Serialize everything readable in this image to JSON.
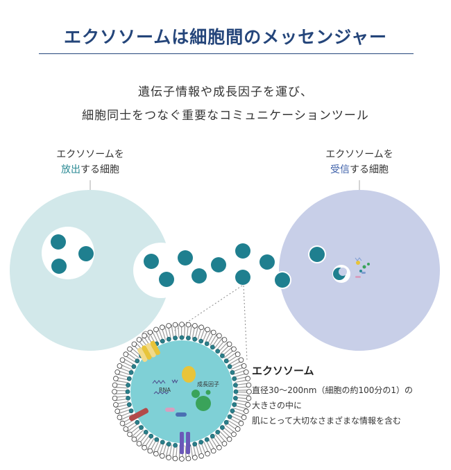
{
  "title": "エクソソームは細胞間のメッセンジャー",
  "subtitle": {
    "line1": "遺伝子情報や成長因子を運び、",
    "line2": "細胞同士をつなぐ重要なコミュニケーションツール"
  },
  "left_label": {
    "line1": "エクソソームを",
    "highlight": "放出",
    "rest": "する細胞"
  },
  "right_label": {
    "line1": "エクソソームを",
    "highlight": "受信",
    "rest": "する細胞"
  },
  "exosome_labels": {
    "rna": "RNA",
    "growth_factor": "成長因子"
  },
  "annotation": {
    "title": "エクソソーム",
    "lines": [
      "直径30〜200nm（細胞の約100分の1）の",
      "大きさの中に",
      "肌にとって大切なさまざまな情報を含む"
    ]
  },
  "colors": {
    "title": "#24457a",
    "sending_cell": "#d2e8ea",
    "receiving_cell": "#c8cfe8",
    "exosome": "#1f7f8f",
    "highlight_release": "#2a8a94",
    "highlight_receive": "#3b5ea8"
  }
}
